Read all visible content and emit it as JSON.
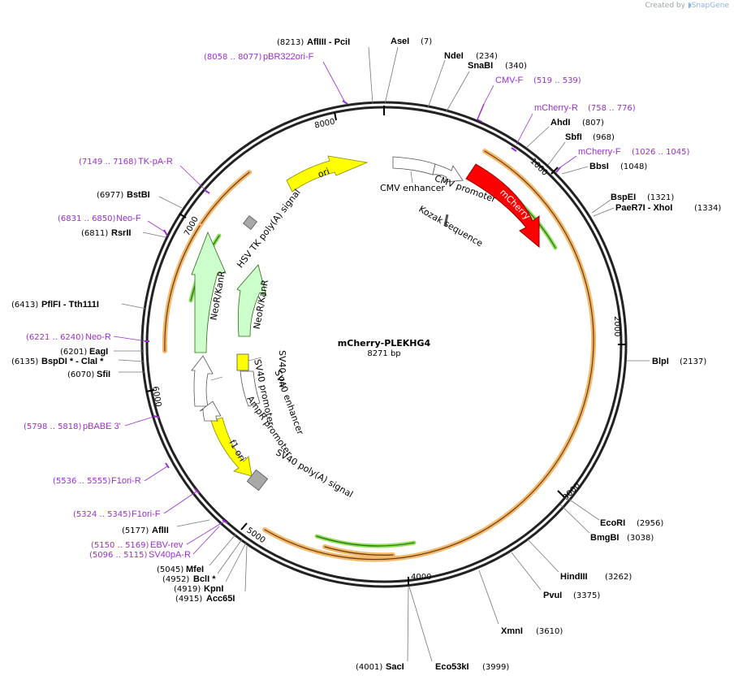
{
  "credit": {
    "prefix": "Created by",
    "brand": "SnapGene"
  },
  "plasmid": {
    "name": "mCherry-PLEKHG4",
    "length_label": "8271 bp",
    "length": 8271
  },
  "scale_ticks": [
    "1000",
    "2000",
    "3000",
    "4000",
    "5000",
    "6000",
    "7000",
    "8000"
  ],
  "enzymes": [
    {
      "name": "AseI",
      "pos": "(7)"
    },
    {
      "name": "NdeI",
      "pos": "(234)"
    },
    {
      "name": "SnaBI",
      "pos": "(340)"
    },
    {
      "name": "AhdI",
      "pos": "(807)"
    },
    {
      "name": "SbfI",
      "pos": "(968)"
    },
    {
      "name": "BbsI",
      "pos": "(1048)"
    },
    {
      "name": "BspEI",
      "pos": "(1321)"
    },
    {
      "name": "PaeR7I  - XhoI",
      "pos": "(1334)"
    },
    {
      "name": "BlpI",
      "pos": "(2137)"
    },
    {
      "name": "EcoRI",
      "pos": "(2956)"
    },
    {
      "name": "BmgBI",
      "pos": "(3038)"
    },
    {
      "name": "HindIII",
      "pos": "(3262)"
    },
    {
      "name": "PvuI",
      "pos": "(3375)"
    },
    {
      "name": "XmnI",
      "pos": "(3610)"
    },
    {
      "name": "Eco53kI",
      "pos": "(3999)"
    },
    {
      "name": "SacI",
      "pos": "(4001)"
    },
    {
      "name": "Acc65I",
      "pos": "(4915)"
    },
    {
      "name": "KpnI",
      "pos": "(4919)"
    },
    {
      "name": "BclI *",
      "pos": "(4952)"
    },
    {
      "name": "MfeI",
      "pos": "(5045)"
    },
    {
      "name": "AflII",
      "pos": "(5177)"
    },
    {
      "name": "SfiI",
      "pos": "(6070)"
    },
    {
      "name": "BspDI *  - ClaI *",
      "pos": "(6135)"
    },
    {
      "name": "EagI",
      "pos": "(6201)"
    },
    {
      "name": "PflFI  - Tth111I",
      "pos": "(6413)"
    },
    {
      "name": "RsrII",
      "pos": "(6811)"
    },
    {
      "name": "BstBI",
      "pos": "(6977)"
    },
    {
      "name": "AflIII  - PciI",
      "pos": "(8213)"
    }
  ],
  "primers": [
    {
      "name": "CMV-F",
      "range": "(519 .. 539)"
    },
    {
      "name": "mCherry-R",
      "range": "(758 .. 776)"
    },
    {
      "name": "mCherry-F",
      "range": "(1026 .. 1045)"
    },
    {
      "name": "pBR322ori-F",
      "range": "(8058 .. 8077)"
    },
    {
      "name": "TK-pA-R",
      "range": "(7149 .. 7168)"
    },
    {
      "name": "Neo-F",
      "range": "(6831 .. 6850)"
    },
    {
      "name": "Neo-R",
      "range": "(6221 .. 6240)"
    },
    {
      "name": "pBABE 3'",
      "range": "(5798 .. 5818)"
    },
    {
      "name": "F1ori-R",
      "range": "(5536 .. 5555)"
    },
    {
      "name": "F1ori-F",
      "range": "(5324 .. 5345)"
    },
    {
      "name": "EBV-rev",
      "range": "(5150 .. 5169)"
    },
    {
      "name": "SV40pA-R",
      "range": "(5096 .. 5115)"
    }
  ],
  "features": [
    {
      "name": "mCherry",
      "color": "#ff0000"
    },
    {
      "name": "ori",
      "color": "#ffff00"
    },
    {
      "name": "f1 ori",
      "color": "#ffff00"
    },
    {
      "name": "NeoR/KanR",
      "color": "#ccffcc"
    },
    {
      "name": "NeoR/KanR",
      "color": "#ccffcc"
    },
    {
      "name": "CMV enhancer",
      "color": "#ffffff"
    },
    {
      "name": "CMV promoter",
      "color": "#ffffff"
    },
    {
      "name": "Kozak sequence",
      "color": "#808080"
    },
    {
      "name": "HSV TK poly(A) signal",
      "color": "#a8a8a8"
    },
    {
      "name": "SV40 ori",
      "color": "#ffff00"
    },
    {
      "name": "SV40 enhancer",
      "color": "#ffffff"
    },
    {
      "name": "SV40 promoter",
      "color": "#ffffff"
    },
    {
      "name": "AmpR promoter",
      "color": "#ffffff"
    },
    {
      "name": "SV40 poly(A) signal",
      "color": "#a8a8a8"
    }
  ],
  "colors": {
    "enzyme": "#000000",
    "primer": "#9a2fcf",
    "orf": "#f3b96a",
    "primer_arrow": "#66cc33"
  }
}
